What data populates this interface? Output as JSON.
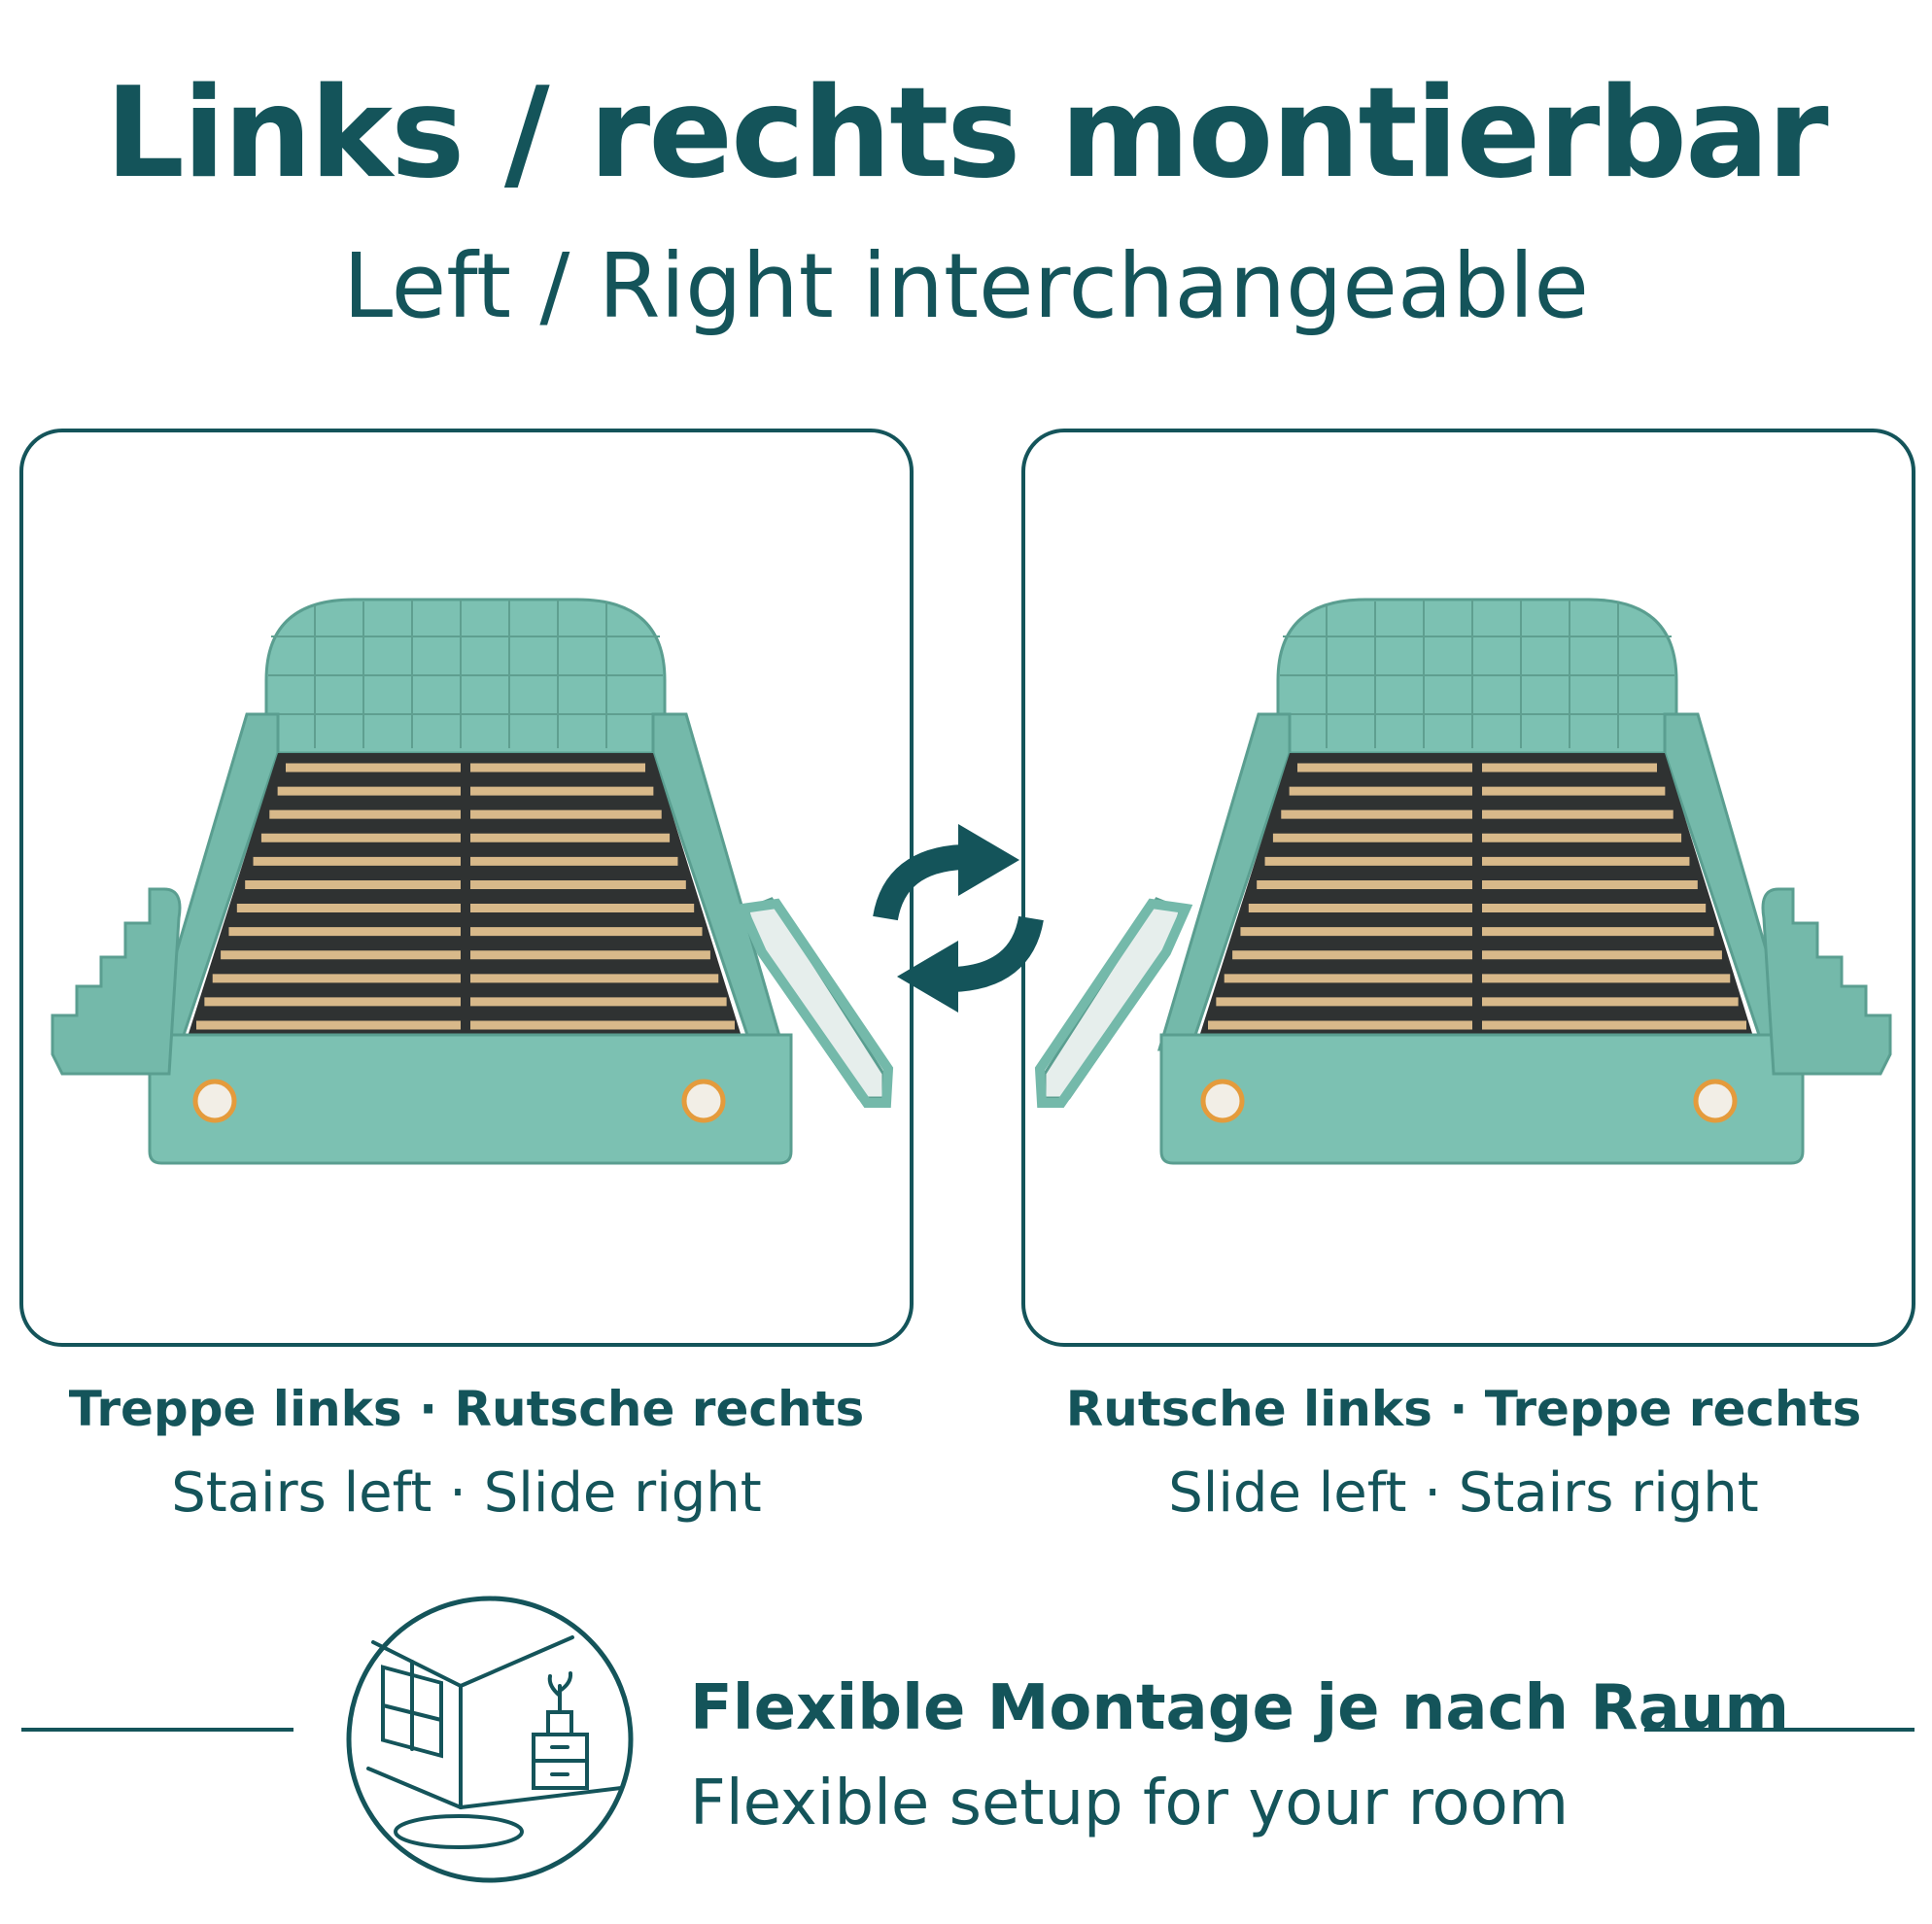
{
  "header": {
    "title": "Links / rechts montierbar",
    "subtitle": "Left / Right interchangeable"
  },
  "options": [
    {
      "caption_de": "Treppe links · Rutsche rechts",
      "caption_en": "Stairs left · Slide right"
    },
    {
      "caption_de": "Rutsche links · Treppe rechts",
      "caption_en": "Slide left · Stairs right"
    }
  ],
  "footer": {
    "title_de": "Flexible Montage je nach Raum",
    "title_en": "Flexible setup for your room"
  },
  "icons": {
    "swap": "swap-arrows-icon",
    "room": "room-icon"
  },
  "colors": {
    "brand": "#14545a",
    "bed": "#7cc1b2",
    "slats": "#d8b98a"
  }
}
